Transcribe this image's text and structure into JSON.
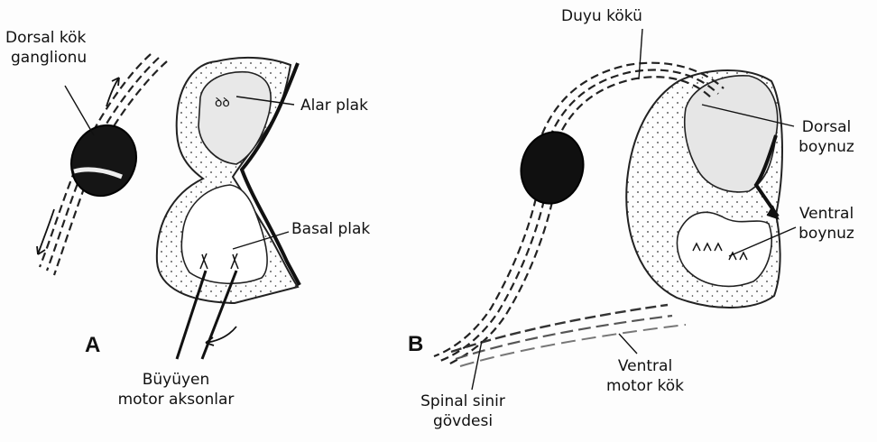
{
  "panel_a": {
    "letter": "A",
    "labels": {
      "dorsal_root_ganglion": [
        "Dorsal kök",
        "ganglionu"
      ],
      "alar_plate": "Alar plak",
      "basal_plate": "Basal plak",
      "growing_motor_axons": [
        "Büyüyen",
        "motor aksonlar"
      ]
    }
  },
  "panel_b": {
    "letter": "B",
    "labels": {
      "sensory_root": "Duyu kökü",
      "dorsal_horn": [
        "Dorsal",
        "boynuz"
      ],
      "ventral_horn": [
        "Ventral",
        "boynuz"
      ],
      "ventral_motor_root": [
        "Ventral",
        "motor kök"
      ],
      "spinal_nerve_trunk": [
        "Spinal sinir",
        "gövdesi"
      ]
    }
  }
}
